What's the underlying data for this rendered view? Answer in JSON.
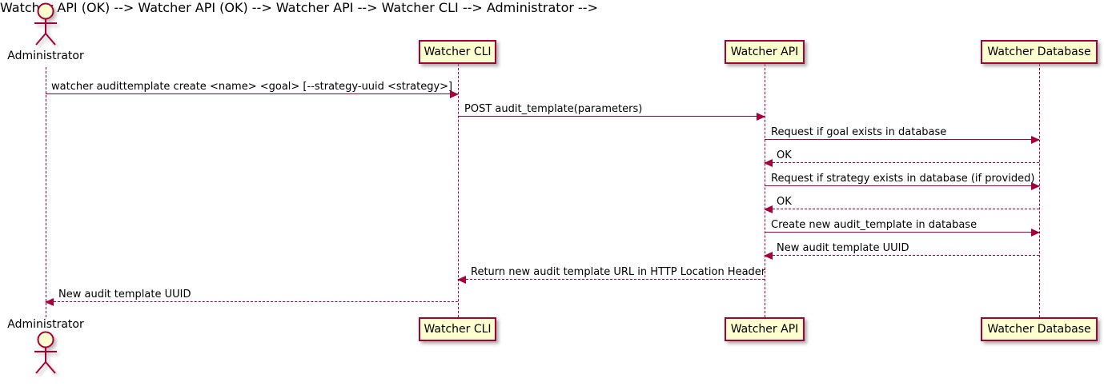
{
  "diagram": {
    "type": "sequence",
    "colors": {
      "accent": "#A80036",
      "participant_fill": "#FEFECE",
      "text": "#000000",
      "background": "#FFFFFF"
    },
    "actor": {
      "name": "Administrator"
    },
    "participants": [
      {
        "label": "Watcher CLI"
      },
      {
        "label": "Watcher API"
      },
      {
        "label": "Watcher Database"
      }
    ],
    "messages": [
      {
        "from": "Administrator",
        "to": "Watcher CLI",
        "line": "solid",
        "text": "watcher audittemplate create <name> <goal> [--strategy-uuid <strategy>]"
      },
      {
        "from": "Watcher CLI",
        "to": "Watcher API",
        "line": "solid",
        "text": "POST audit_template(parameters)"
      },
      {
        "from": "Watcher API",
        "to": "Watcher Database",
        "line": "solid",
        "text": "Request if goal exists in database"
      },
      {
        "from": "Watcher Database",
        "to": "Watcher API",
        "line": "dashed",
        "text": "OK"
      },
      {
        "from": "Watcher API",
        "to": "Watcher Database",
        "line": "solid",
        "text": "Request if strategy exists in database (if provided)"
      },
      {
        "from": "Watcher Database",
        "to": "Watcher API",
        "line": "dashed",
        "text": "OK"
      },
      {
        "from": "Watcher API",
        "to": "Watcher Database",
        "line": "solid",
        "text": "Create new audit_template in database"
      },
      {
        "from": "Watcher Database",
        "to": "Watcher API",
        "line": "dashed",
        "text": "New audit template UUID"
      },
      {
        "from": "Watcher API",
        "to": "Watcher CLI",
        "line": "dashed",
        "text": "Return new audit template URL in HTTP Location Header"
      },
      {
        "from": "Watcher CLI",
        "to": "Administrator",
        "line": "dashed",
        "text": "New audit template UUID"
      }
    ]
  }
}
